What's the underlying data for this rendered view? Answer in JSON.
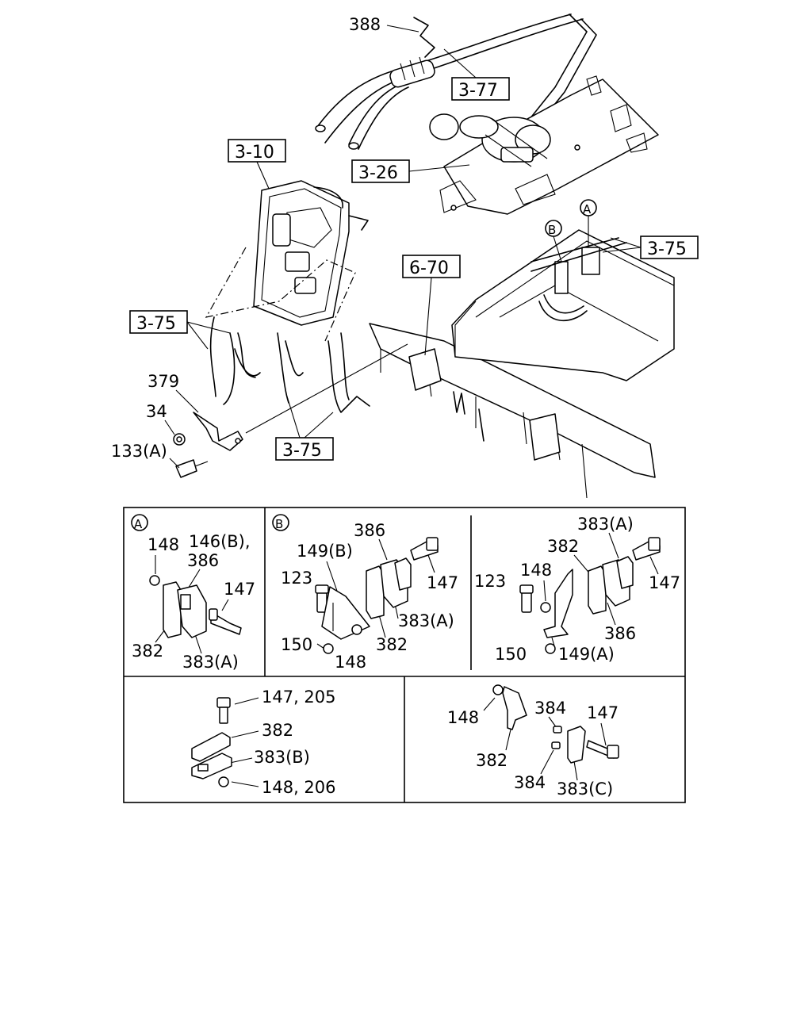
{
  "top": {
    "labels": {
      "388": "388",
      "b377": "3-77",
      "b310": "3-10",
      "b326": "3-26",
      "b375_right": "3-75",
      "b375_left": "3-75",
      "b670": "6-70",
      "b375_bottom": "3-75",
      "p379": "379",
      "p34": "34",
      "p133a": "133(A)",
      "callout_a": "A",
      "callout_b": "B"
    }
  },
  "detail_a": {
    "marker": "A",
    "labels": {
      "148": "148",
      "146b": "146(B),",
      "386": "386",
      "147": "147",
      "382": "382",
      "383a": "383(A)"
    }
  },
  "detail_b": {
    "marker": "B",
    "labels": {
      "386": "386",
      "149b": "149(B)",
      "123": "123",
      "147": "147",
      "383a": "383(A)",
      "150": "150",
      "148": "148",
      "382": "382"
    }
  },
  "detail_c": {
    "labels": {
      "383a": "383(A)",
      "382": "382",
      "123": "123",
      "148": "148",
      "147": "147",
      "386": "386",
      "150": "150",
      "149a": "149(A)"
    }
  },
  "detail_d": {
    "labels": {
      "147_205": "147, 205",
      "382": "382",
      "383b": "383(B)",
      "148_206": "148, 206"
    }
  },
  "detail_e": {
    "labels": {
      "148": "148",
      "384_top": "384",
      "147": "147",
      "382": "382",
      "384_bottom": "384",
      "383c": "383(C)"
    }
  }
}
